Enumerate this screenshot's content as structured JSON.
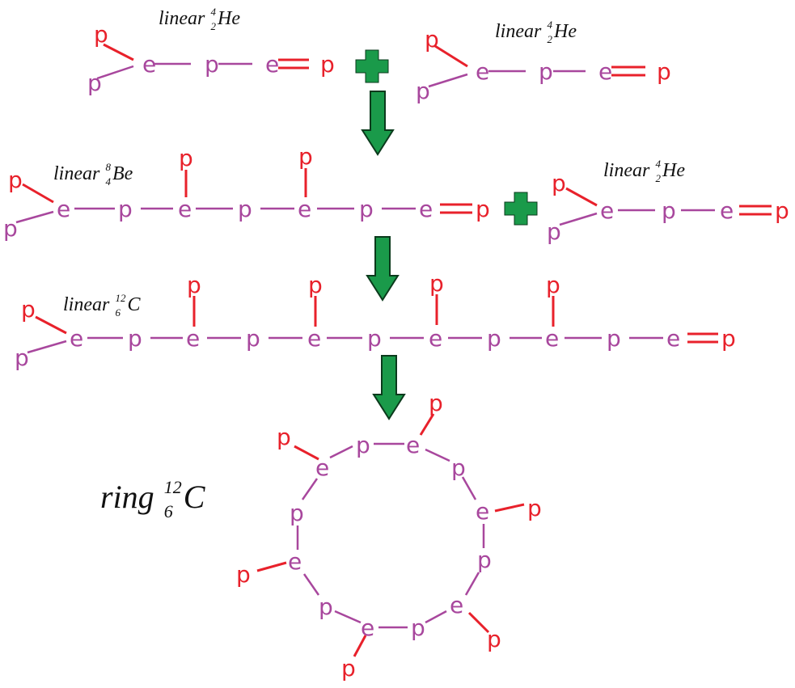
{
  "colors": {
    "proton": "#e8212b",
    "electron": "#a8479d",
    "link_red": "#e8212b",
    "link_purple": "#a8479d",
    "arrow_fill": "#1a9a4a",
    "arrow_stroke": "#0b3a1c",
    "plus_fill": "#1a9a4a",
    "label": "#111111"
  },
  "glyphs": {
    "proton": "p",
    "electron": "e"
  },
  "labels": {
    "he_left": {
      "prefix": "linear",
      "mass": "4",
      "charge": "2",
      "symbol": "He"
    },
    "he_right": {
      "prefix": "linear",
      "mass": "4",
      "charge": "2",
      "symbol": "He"
    },
    "be": {
      "prefix": "linear",
      "mass": "8",
      "charge": "4",
      "symbol": "Be"
    },
    "he_mid": {
      "prefix": "linear",
      "mass": "4",
      "charge": "2",
      "symbol": "He"
    },
    "c_linear": {
      "prefix": "linear",
      "mass": "12",
      "charge": "6",
      "symbol": "C"
    },
    "c_ring": {
      "prefix": "ring",
      "mass": "12",
      "charge": "6",
      "symbol": "C"
    }
  },
  "icons": {
    "plus_1": "plus-icon",
    "plus_2": "plus-icon",
    "arrow_1": "arrow-down-icon",
    "arrow_2": "arrow-down-icon",
    "arrow_3": "arrow-down-icon"
  }
}
